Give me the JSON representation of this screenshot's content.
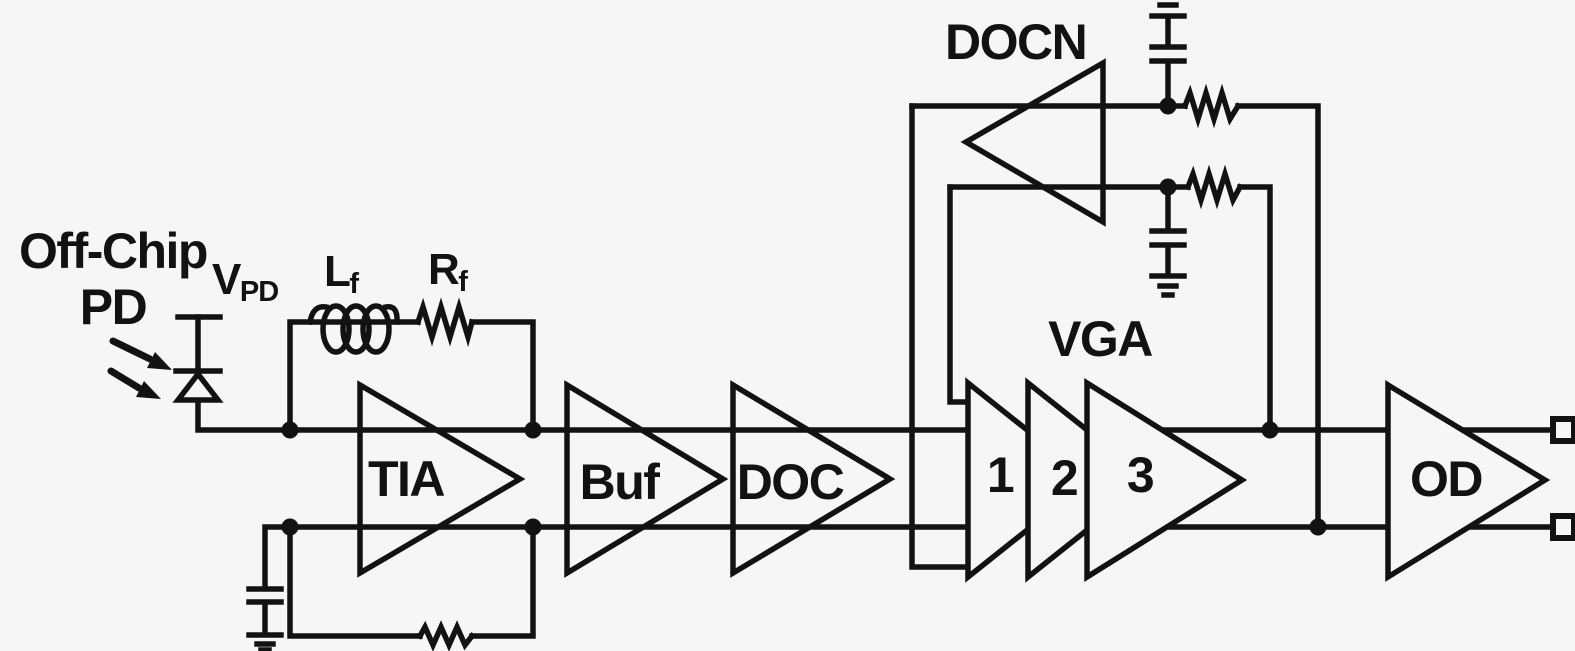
{
  "colors": {
    "background": "#f6f6f6",
    "line": "#121212"
  },
  "labels": {
    "off_chip": {
      "line1": "Off-Chip",
      "line2": "PD"
    },
    "vpd": {
      "main": "V",
      "sub": "PD"
    },
    "lf": {
      "main": "L",
      "sub": "f"
    },
    "rf": {
      "main": "R",
      "sub": "f"
    },
    "tia": "TIA",
    "buf": "Buf",
    "doc": "DOC",
    "vga": "VGA",
    "vga_stages": [
      "1",
      "2",
      "3"
    ],
    "docn": "DOCN",
    "od": "OD"
  }
}
